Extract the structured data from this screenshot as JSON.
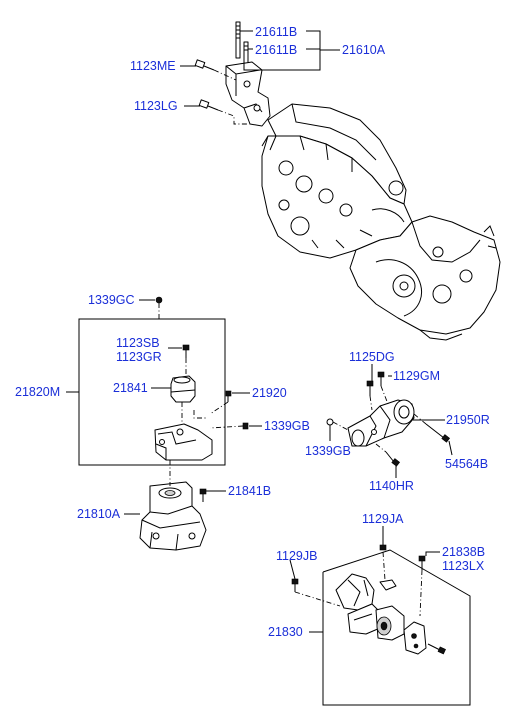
{
  "diagram": {
    "labels": {
      "p21611B_a": "21611B",
      "p21611B_b": "21611B",
      "p21610A": "21610A",
      "p1123ME": "1123ME",
      "p1123LG": "1123LG",
      "p1339GC": "1339GC",
      "p1123SB": "1123SB",
      "p1123GR": "1123GR",
      "p21820M": "21820M",
      "p21841": "21841",
      "p21920": "21920",
      "p1339GB_a": "1339GB",
      "p21841B": "21841B",
      "p21810A": "21810A",
      "p1125DG": "1125DG",
      "p1129GM": "1129GM",
      "p21950R": "21950R",
      "p1339GB_b": "1339GB",
      "p54564B": "54564B",
      "p1140HR": "1140HR",
      "p1129JA": "1129JA",
      "p1129JB": "1129JB",
      "p21838B": "21838B",
      "p1123LX": "1123LX",
      "p21830": "21830"
    },
    "colors": {
      "label": "#1b2fd8",
      "line": "#000000",
      "background": "#ffffff"
    }
  }
}
